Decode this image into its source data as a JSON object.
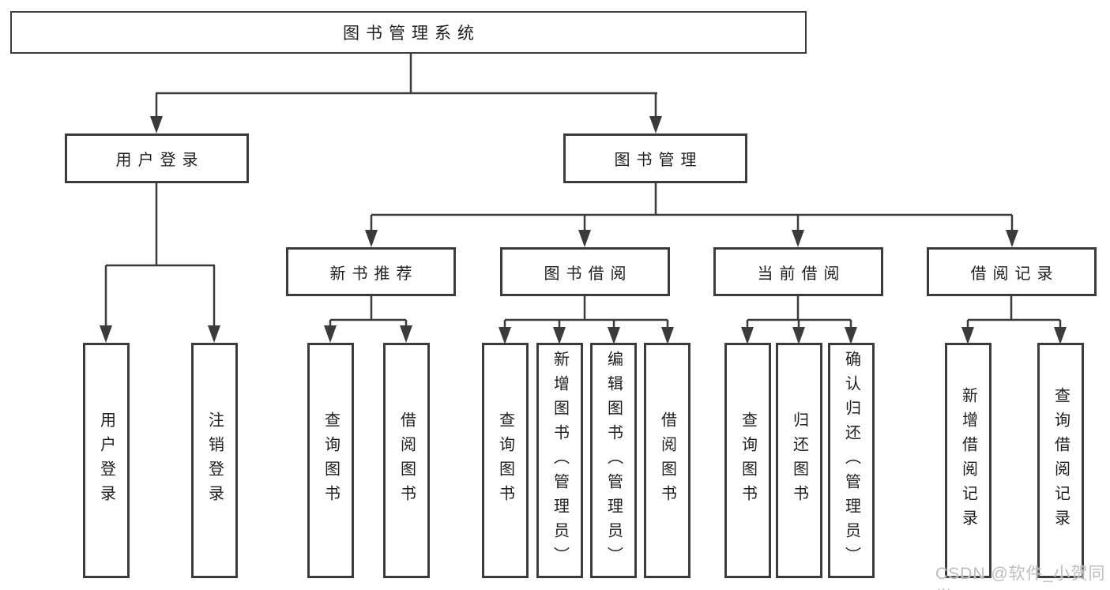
{
  "tree": {
    "root": "图书管理系统",
    "branches": [
      {
        "label": "用户登录",
        "children": [
          {
            "label": "用户登录"
          },
          {
            "label": "注销登录"
          }
        ]
      },
      {
        "label": "图书管理",
        "children": [
          {
            "label": "新书推荐",
            "children": [
              {
                "label": "查询图书"
              },
              {
                "label": "借阅图书"
              }
            ]
          },
          {
            "label": "图书借阅",
            "children": [
              {
                "label": "查询图书"
              },
              {
                "label": "新增图书（管理员）"
              },
              {
                "label": "编辑图书（管理员）"
              },
              {
                "label": "借阅图书"
              }
            ]
          },
          {
            "label": "当前借阅",
            "children": [
              {
                "label": "查询图书"
              },
              {
                "label": "归还图书"
              },
              {
                "label": "确认归还（管理员）"
              }
            ]
          },
          {
            "label": "借阅记录",
            "children": [
              {
                "label": "新增借阅记录"
              },
              {
                "label": "查询借阅记录"
              }
            ]
          }
        ]
      }
    ]
  },
  "watermark": "CSDN @软件_小贺同学",
  "colors": {
    "line": "#3b3b3b",
    "border": "#3b3b3b",
    "text": "#1e1e1e",
    "watermark": "#bdbdbd",
    "background": "#ffffff"
  }
}
